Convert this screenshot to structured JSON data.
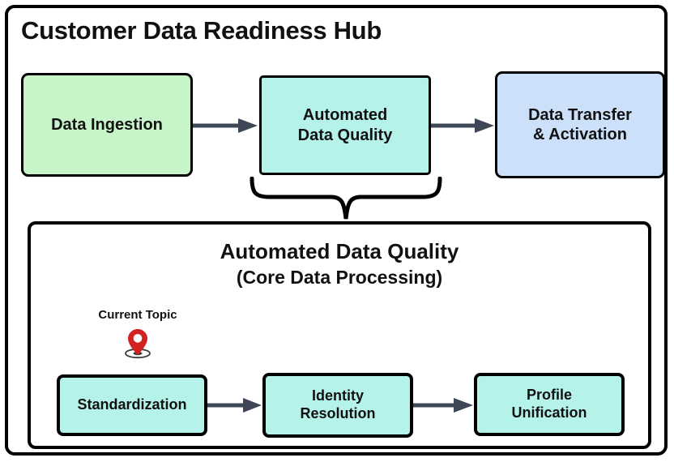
{
  "page": {
    "title": "Customer Data Readiness Hub"
  },
  "colors": {
    "ingestion_fill": "#C7F4C8",
    "quality_fill": "#B5F2EA",
    "transfer_fill": "#CCE0FA",
    "border": "#000000",
    "arrow": "#3D4756",
    "pin": "#D32020",
    "text": "#111111",
    "background": "#FFFFFF"
  },
  "pipeline": {
    "stages": [
      {
        "id": "data-ingestion",
        "label": "Data Ingestion",
        "fill": "#C7F4C8"
      },
      {
        "id": "automated-data-quality",
        "label": "Automated\nData Quality",
        "fill": "#B5F2EA"
      },
      {
        "id": "data-transfer-activation",
        "label": "Data Transfer\n& Activation",
        "fill": "#CCE0FA"
      }
    ],
    "connectors": [
      {
        "id": "arrow-ingestion-to-quality",
        "icon": "arrow-right-icon"
      },
      {
        "id": "arrow-quality-to-transfer",
        "icon": "arrow-right-icon"
      }
    ],
    "expand_connector": {
      "id": "curly-brace",
      "icon": "curly-brace-icon"
    }
  },
  "detail_panel": {
    "heading": "Automated Data Quality",
    "subheading": "(Core Data Processing)",
    "current_topic": {
      "label": "Current Topic",
      "icon": "map-pin-icon",
      "points_to": "standardization"
    },
    "sub_stages": [
      {
        "id": "standardization",
        "label": "Standardization",
        "fill": "#B5F2EA",
        "highlighted": true
      },
      {
        "id": "identity-resolution",
        "label": "Identity\nResolution",
        "fill": "#B5F2EA",
        "highlighted": false
      },
      {
        "id": "profile-unification",
        "label": "Profile\nUnification",
        "fill": "#B5F2EA",
        "highlighted": false
      }
    ],
    "connectors": [
      {
        "id": "arrow-standardization-to-identity",
        "icon": "arrow-right-icon"
      },
      {
        "id": "arrow-identity-to-profile",
        "icon": "arrow-right-icon"
      }
    ]
  }
}
